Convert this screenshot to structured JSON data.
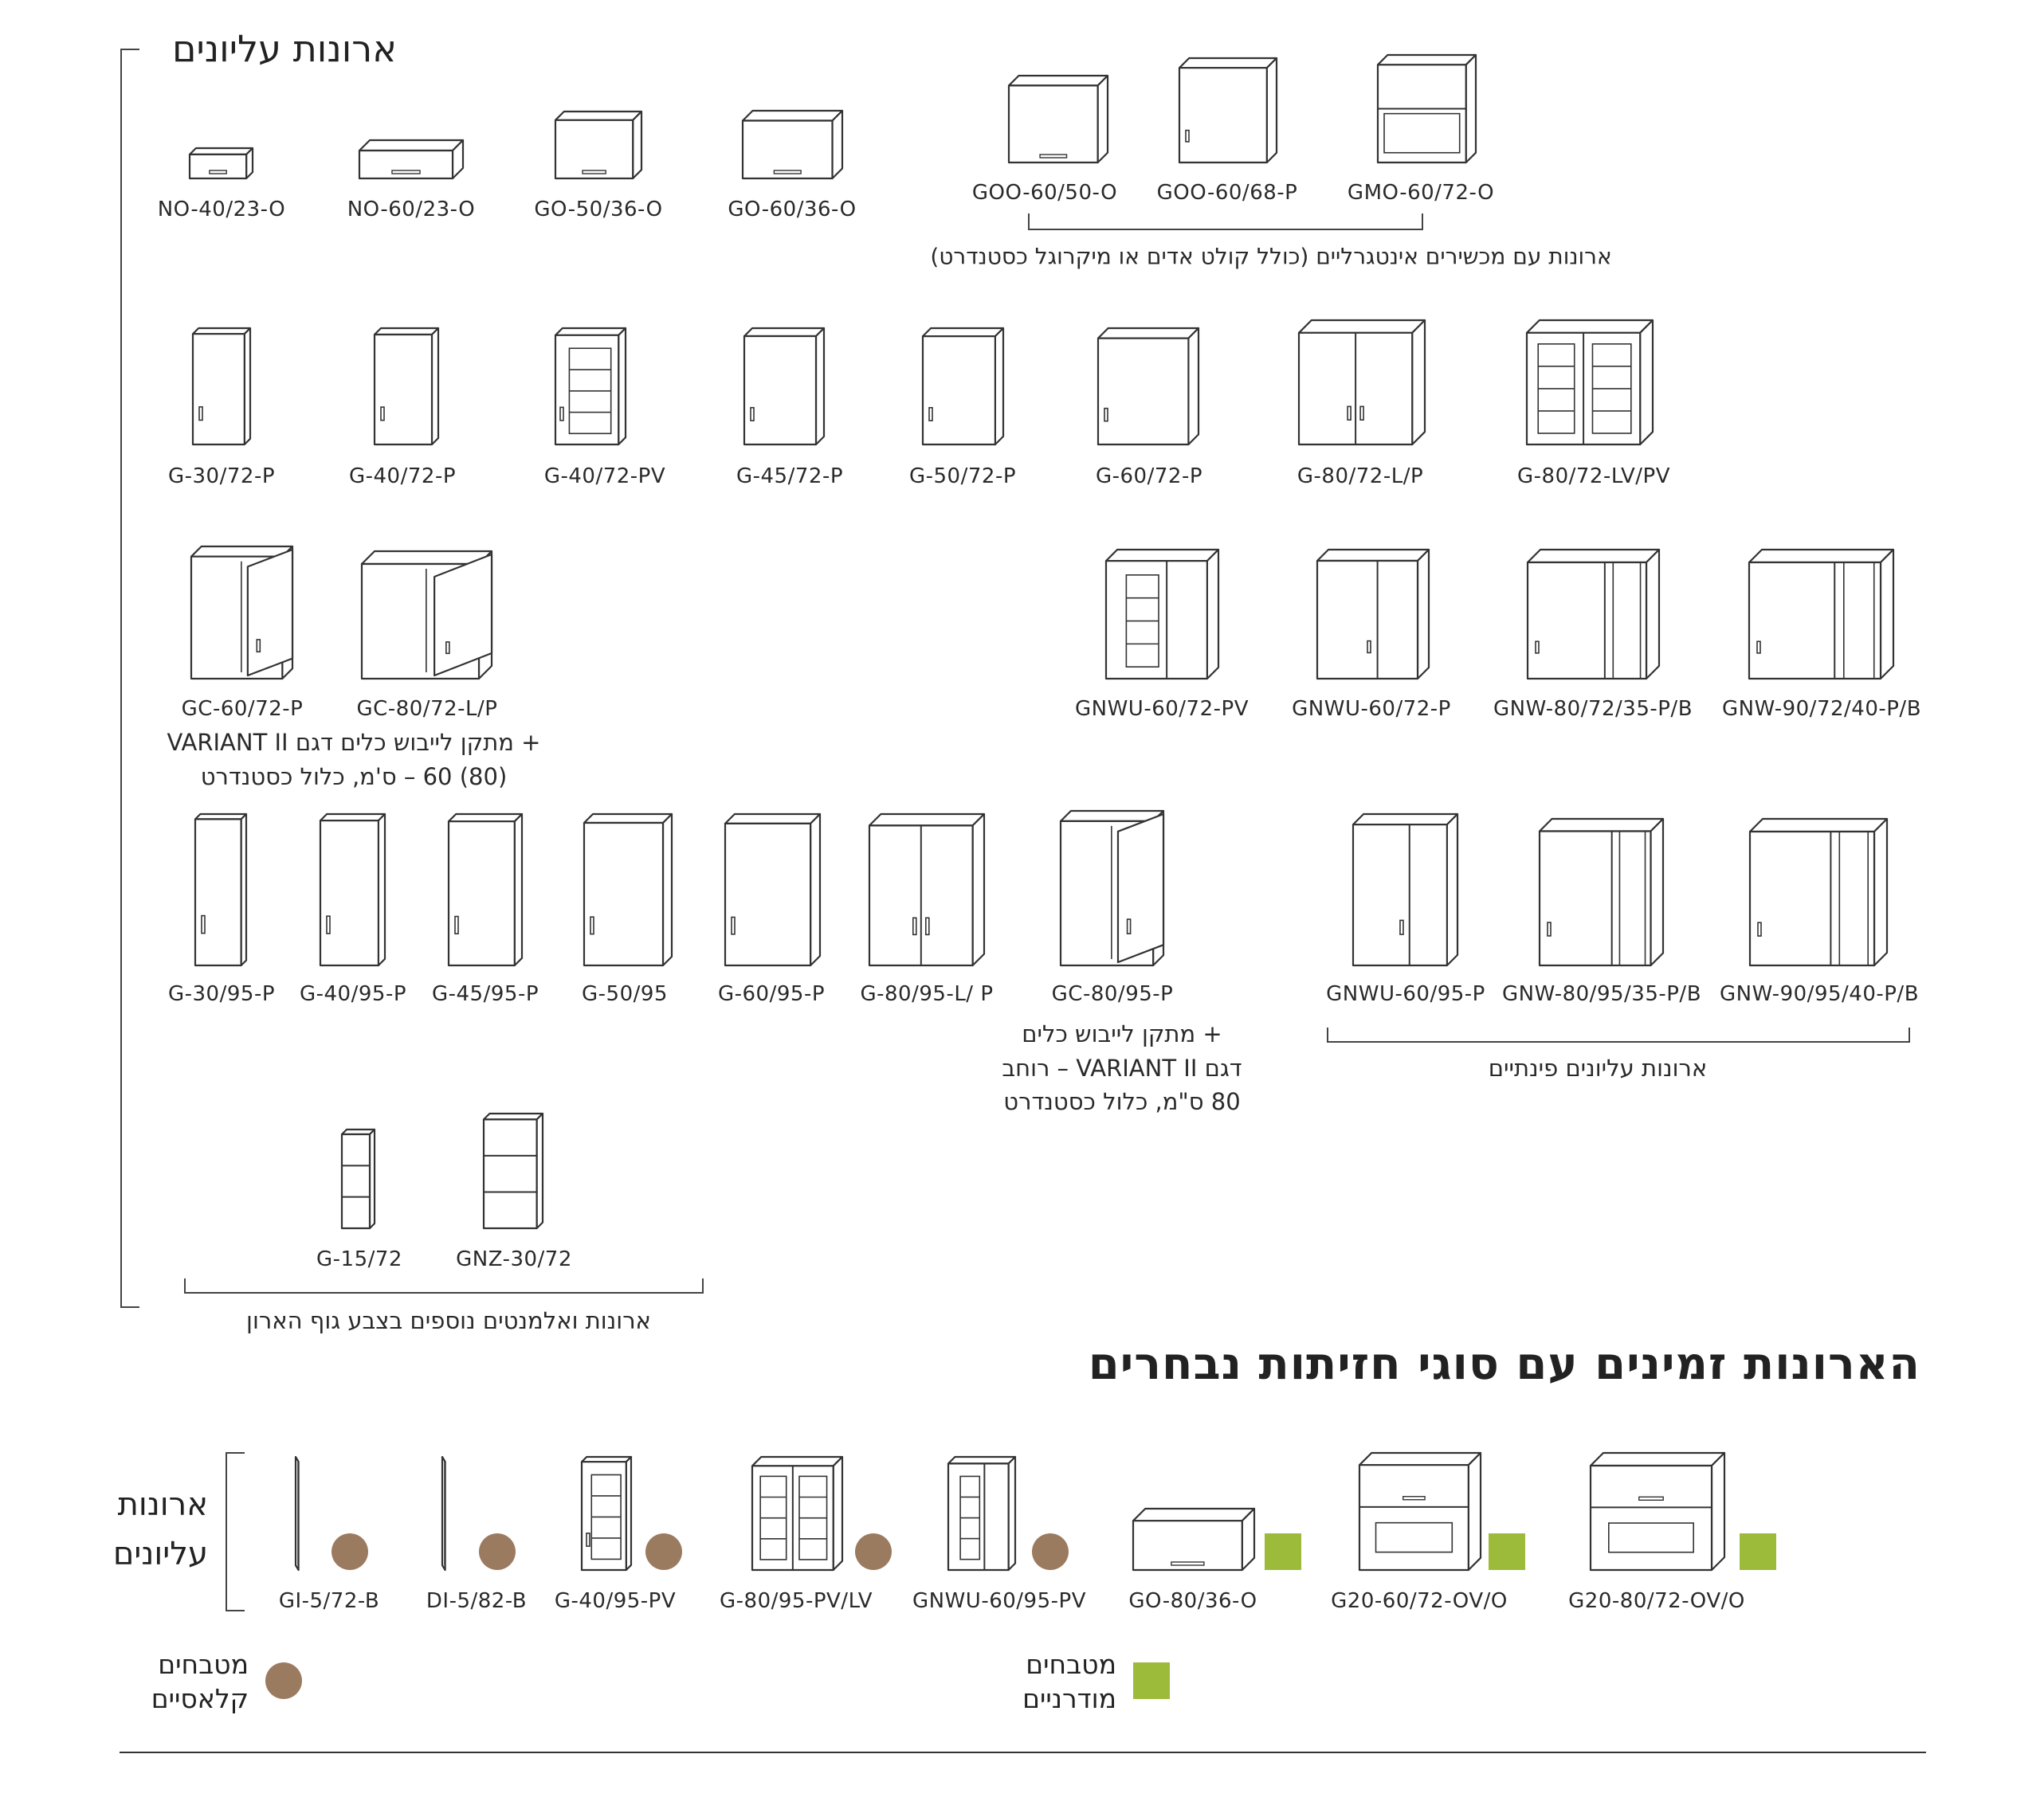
{
  "colors": {
    "classic": "#9b7b60",
    "modern": "#9dbb3b",
    "line": "#333333"
  },
  "title_upper": "ארונות עליונים",
  "title_fronts": "הארונות זמינים עם סוגי חזיתות נבחרים",
  "rows": [
    {
      "items": [
        {
          "code": "NO-40/23-O"
        },
        {
          "code": "NO-60/23-O"
        },
        {
          "code": "GO-50/36-O"
        },
        {
          "code": "GO-60/36-O"
        },
        {
          "code": "GOO-60/50-O"
        },
        {
          "code": "GOO-60/68-P"
        },
        {
          "code": "GMO-60/72-O"
        }
      ],
      "group_caption": "ארונות עם מכשירים אינטגרליים (כולל קולט אדים או מיקרוגל כסטנדרט)"
    },
    {
      "items": [
        {
          "code": "G-30/72-P"
        },
        {
          "code": "G-40/72-P"
        },
        {
          "code": "G-40/72-PV"
        },
        {
          "code": "G-45/72-P"
        },
        {
          "code": "G-50/72-P"
        },
        {
          "code": "G-60/72-P"
        },
        {
          "code": "G-80/72-L/P"
        },
        {
          "code": "G-80/72-LV/PV"
        }
      ]
    },
    {
      "items": [
        {
          "code": "GC-60/72-P"
        },
        {
          "code": "GC-80/72-L/P"
        },
        {
          "code": "GNWU-60/72-PV"
        },
        {
          "code": "GNWU-60/72-P"
        },
        {
          "code": "GNW-80/72/35-P/B"
        },
        {
          "code": "GNW-90/72/40-P/B"
        }
      ],
      "note": [
        "+ מתקן לייבוש כלים דגם VARIANT II",
        "(80) 60 – ס'מ, כלול כסטנדרט"
      ]
    },
    {
      "items": [
        {
          "code": "G-30/95-P"
        },
        {
          "code": "G-40/95-P"
        },
        {
          "code": "G-45/95-P"
        },
        {
          "code": "G-50/95"
        },
        {
          "code": "G-60/95-P"
        },
        {
          "code": "G-80/95-L/ P"
        },
        {
          "code": "GC-80/95-P"
        },
        {
          "code": "GNWU-60/95-P"
        },
        {
          "code": "GNW-80/95/35-P/B"
        },
        {
          "code": "GNW-90/95/40-P/B"
        }
      ],
      "note": [
        "+ מתקן לייבוש כלים",
        "דגם VARIANT II – רוחב",
        "80 ס\"מ, כלול כסטנדרט"
      ],
      "group_caption": "ארונות עליונים פינתיים"
    },
    {
      "items": [
        {
          "code": "G-15/72"
        },
        {
          "code": "GNZ-30/72"
        }
      ],
      "group_caption": "ארונות ואלמנטים נוספים בצבע גוף הארון"
    }
  ],
  "fronts": {
    "side_label": [
      "ארונות",
      "עליונים"
    ],
    "items": [
      {
        "code": "GI-5/72-B",
        "style": "classic"
      },
      {
        "code": "DI-5/82-B",
        "style": "classic"
      },
      {
        "code": "G-40/95-PV",
        "style": "classic"
      },
      {
        "code": "G-80/95-PV/LV",
        "style": "classic"
      },
      {
        "code": "GNWU-60/95-PV",
        "style": "classic"
      },
      {
        "code": "GO-80/36-O",
        "style": "modern"
      },
      {
        "code": "G20-60/72-OV/O",
        "style": "modern"
      },
      {
        "code": "G20-80/72-OV/O",
        "style": "modern"
      }
    ],
    "legend": [
      {
        "label": [
          "מטבחים",
          "קלאסיים"
        ],
        "style": "classic"
      },
      {
        "label": [
          "מטבחים",
          "מודרניים"
        ],
        "style": "modern"
      }
    ]
  }
}
